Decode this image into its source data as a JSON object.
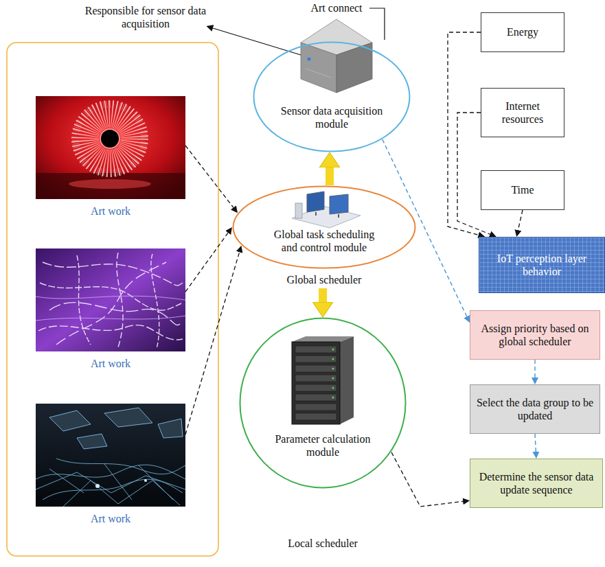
{
  "diagram": {
    "nodes": [
      {
        "text": [
          "Sensor data acquisition module"
        ]
      },
      {
        "text": [
          "Energy"
        ]
      },
      {
        "text": [
          "Internet resources"
        ]
      },
      {
        "text": [
          "Time"
        ]
      },
      {
        "text": [
          "Art work"
        ]
      },
      {
        "text": [
          "Art work"
        ]
      },
      {
        "text": [
          "Art work"
        ]
      },
      {
        "text": [
          "Global task scheduling and control module",
          "Global scheduler"
        ]
      },
      {
        "text": [
          "IoT perception layer behavior"
        ]
      },
      {
        "text": [
          "Assign priority based on global scheduler"
        ]
      },
      {
        "text": [
          "Select the data group to be updated"
        ]
      },
      {
        "text": [
          "Parameter calculation module",
          "Local scheduler"
        ]
      },
      {
        "text": [
          "Determine the sensor data update sequence"
        ]
      }
    ],
    "edges": [
      {
        "from": 4,
        "to": 7,
        "arrow": "to"
      },
      {
        "from": 5,
        "to": 7,
        "arrow": "to"
      },
      {
        "from": 6,
        "to": 7,
        "arrow": "to"
      },
      {
        "from": 7,
        "to": 0,
        "arrow": "to"
      },
      {
        "from": 7,
        "to": 11,
        "arrow": "to"
      },
      {
        "from": 1,
        "to": 8,
        "arrow": "to"
      },
      {
        "from": 2,
        "to": 8,
        "arrow": "to"
      },
      {
        "from": 3,
        "to": 8,
        "arrow": "to"
      },
      {
        "from": 0,
        "to": 9,
        "arrow": "to"
      },
      {
        "from": 9,
        "to": 10,
        "arrow": "to"
      },
      {
        "from": 10,
        "to": 12,
        "arrow": "to"
      },
      {
        "from": 11,
        "to": 12,
        "arrow": "to"
      }
    ],
    "labels": [
      "Responsible for sensor data acquisition",
      "Art connect"
    ]
  }
}
